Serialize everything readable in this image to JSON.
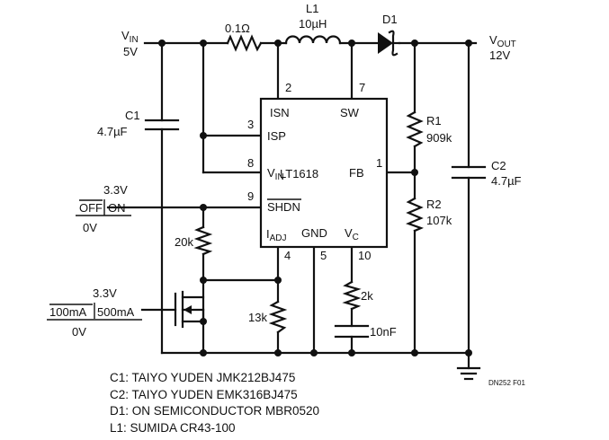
{
  "vin": {
    "name": "V",
    "sub": "IN",
    "value": "5V"
  },
  "vout": {
    "name": "V",
    "sub": "OUT",
    "value": "12V"
  },
  "sense_resistor": "0.1Ω",
  "inductor": {
    "ref": "L1",
    "value": "10µH"
  },
  "diode": {
    "ref": "D1"
  },
  "c1": {
    "ref": "C1",
    "value": "4.7µF"
  },
  "c2": {
    "ref": "C2",
    "value": "4.7µF"
  },
  "r1": {
    "ref": "R1",
    "value": "909k"
  },
  "r2": {
    "ref": "R2",
    "value": "107k"
  },
  "r_adj_top": "20k",
  "r_adj_bot": "13k",
  "r_comp": "2k",
  "c_comp": "10nF",
  "ic": {
    "name": "LT1618",
    "pins": {
      "isn": {
        "label": "ISN",
        "num": "2"
      },
      "sw": {
        "label": "SW",
        "num": "7"
      },
      "isp": {
        "label": "ISP",
        "num": "3"
      },
      "vin": {
        "label": "V",
        "sub": "IN",
        "num": "8"
      },
      "fb": {
        "label": "FB",
        "num": "1"
      },
      "shdn": {
        "label": "SHDN",
        "num": "9"
      },
      "iadj": {
        "label": "I",
        "sub": "ADJ",
        "num": "4"
      },
      "gnd": {
        "label": "GND",
        "num": "5"
      },
      "vc": {
        "label": "V",
        "sub": "C",
        "num": "10"
      }
    }
  },
  "shdn_control": {
    "high": "3.3V",
    "off": "OFF",
    "on": "ON",
    "low": "0V"
  },
  "current_control": {
    "high": "3.3V",
    "left": "100mA",
    "right": "500mA",
    "low": "0V"
  },
  "figure_id": "DN252 F01",
  "notes": [
    "C1: TAIYO YUDEN JMK212BJ475",
    "C2: TAIYO YUDEN EMK316BJ475",
    "D1: ON SEMICONDUCTOR MBR0520",
    "L1: SUMIDA CR43-100"
  ]
}
